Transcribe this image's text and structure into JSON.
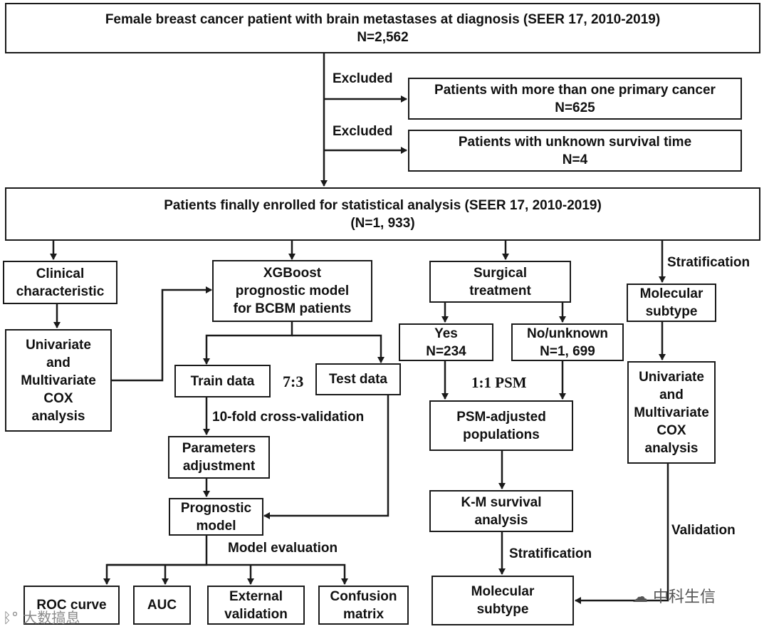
{
  "boxes": {
    "top": {
      "line1": "Female breast cancer patient with brain metastases at diagnosis  (SEER 17, 2010-2019)",
      "line2": "N=2,562"
    },
    "excl1": {
      "line1": "Patients with more than one primary cancer",
      "line2": "N=625"
    },
    "excl2": {
      "line1": "Patients with unknown survival time",
      "line2": "N=4"
    },
    "enrolled": {
      "line1": "Patients finally enrolled for statistical analysis (SEER 17, 2010-2019)",
      "line2": "(N=1, 933)"
    },
    "clinical": {
      "line1": "Clinical",
      "line2": "characteristic"
    },
    "uni_left": {
      "line1": "Univariate",
      "line2": "and",
      "line3": "Multivariate",
      "line4": "COX",
      "line5": "analysis"
    },
    "xgboost": {
      "line1": "XGBoost",
      "line2": "prognostic model",
      "line3": "for BCBM patients"
    },
    "train": {
      "line1": "Train data"
    },
    "test": {
      "line1": "Test data"
    },
    "params": {
      "line1": "Parameters",
      "line2": "adjustment"
    },
    "prognostic": {
      "line1": "Prognostic",
      "line2": "model"
    },
    "roc": {
      "line1": "ROC curve"
    },
    "auc": {
      "line1": "AUC"
    },
    "external": {
      "line1": "External",
      "line2": "validation"
    },
    "confusion": {
      "line1": "Confusion",
      "line2": "matrix"
    },
    "surgical": {
      "line1": "Surgical",
      "line2": "treatment"
    },
    "yes": {
      "line1": "Yes",
      "line2": "N=234"
    },
    "no": {
      "line1": "No/unknown",
      "line2": "N=1, 699"
    },
    "psm_adj": {
      "line1": "PSM-adjusted",
      "line2": "populations"
    },
    "km": {
      "line1": "K-M survival",
      "line2": "analysis"
    },
    "mol_bottom": {
      "line1": "Molecular",
      "line2": "subtype"
    },
    "mol_right": {
      "line1": "Molecular",
      "line2": "subtype"
    },
    "uni_right": {
      "line1": "Univariate",
      "line2": "and",
      "line3": "Multivariate",
      "line4": "COX",
      "line5": "analysis"
    }
  },
  "labels": {
    "excluded1": "Excluded",
    "excluded2": "Excluded",
    "ratio": "7:3",
    "cv": "10-fold cross-validation",
    "model_eval": "Model evaluation",
    "psm": "1:1 PSM",
    "strat_right": "Stratification",
    "strat_bottom": "Stratification",
    "validation": "Validation"
  },
  "watermarks": {
    "left": "大数搞息",
    "right": "中科生信"
  }
}
